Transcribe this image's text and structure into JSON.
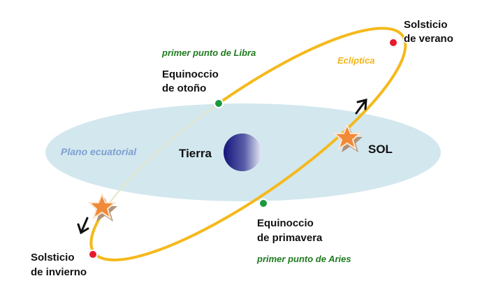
{
  "labels": {
    "plano": "Plano ecuatorial",
    "tierra": "Tierra",
    "sol": "SOL",
    "ecliptica": "Eclíptica",
    "primer_libra": "primer punto de Libra",
    "primer_aries": "primer punto de Aries",
    "equinoccio_otono": [
      "Equinoccio",
      "de otoño"
    ],
    "equinoccio_primavera": [
      "Equinoccio",
      "de primavera"
    ],
    "solsticio_verano": [
      "Solsticio",
      "de verano"
    ],
    "solsticio_invierno": [
      "Solsticio",
      "de invierno"
    ]
  },
  "colors": {
    "equatorial_plane": "#d3e7ee",
    "ecliptic": "#f5b91c",
    "equinox_dot": "#1a9a3c",
    "solstice_dot": "#e8192c",
    "sun_star": "#f08a38",
    "earth_dark": "#14147a"
  }
}
